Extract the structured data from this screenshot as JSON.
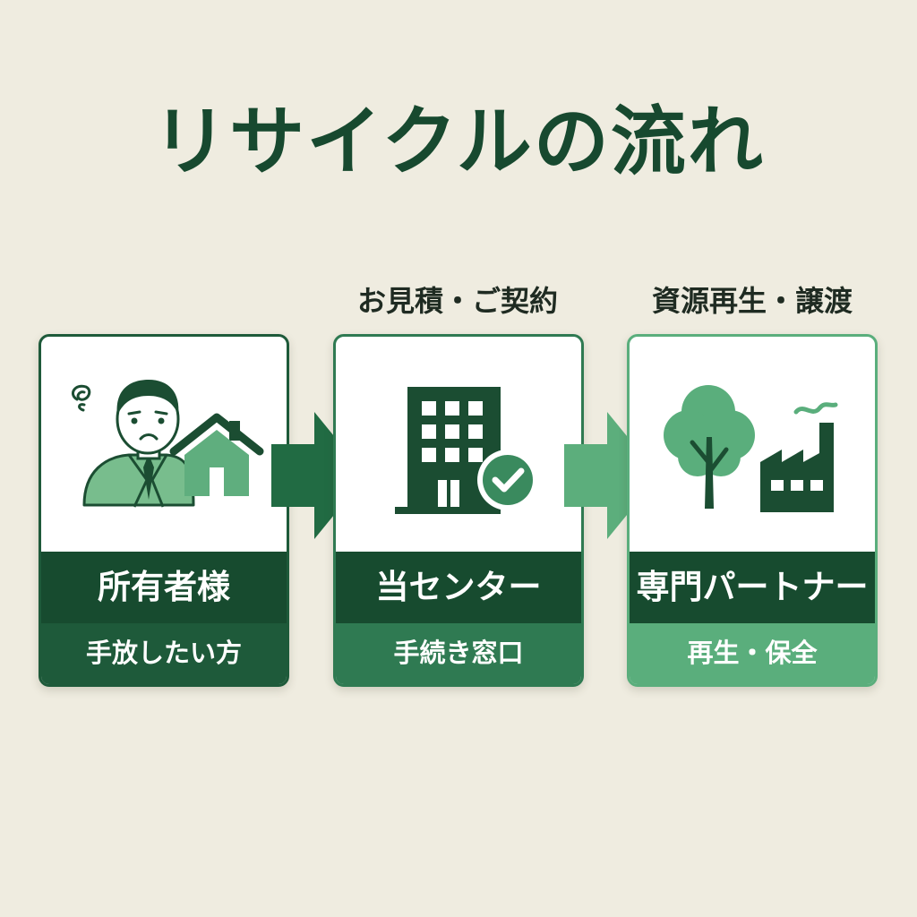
{
  "title": "リサイクルの流れ",
  "captions": {
    "step2": "お見積・ご契約",
    "step3": "資源再生・譲渡"
  },
  "steps": [
    {
      "name": "所有者様",
      "sub": "手放したい方",
      "icons": [
        "worried-person-icon",
        "house-icon"
      ],
      "border_color": "#1e5a3a",
      "sub_color": "#1e5a3a"
    },
    {
      "name": "当センター",
      "sub": "手続き窓口",
      "icons": [
        "office-building-icon",
        "check-badge-icon"
      ],
      "border_color": "#2f7a52",
      "sub_color": "#2f7a52"
    },
    {
      "name": "専門パートナー",
      "sub": "再生・保全",
      "icons": [
        "tree-icon",
        "factory-icon"
      ],
      "border_color": "#5aae7c",
      "sub_color": "#5aae7c"
    }
  ],
  "arrows": [
    {
      "icon": "arrow-right-icon",
      "color": "#216b43"
    },
    {
      "icon": "arrow-right-icon",
      "color": "#5cae7c"
    }
  ]
}
